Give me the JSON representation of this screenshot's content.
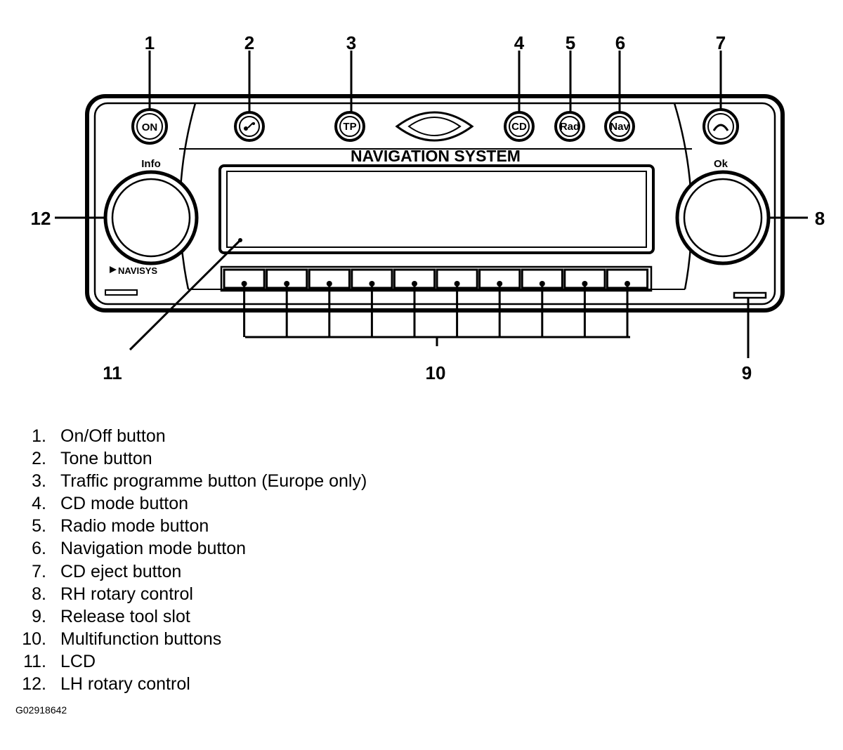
{
  "panel": {
    "title": "NAVIGATION SYSTEM",
    "brand": "NAVISYS",
    "knob_left_label": "Info",
    "knob_right_label": "Ok",
    "buttons": {
      "on": "ON",
      "tp": "TP",
      "cd": "CD",
      "rad": "Rad",
      "nav": "Nav"
    },
    "multifunction_button_count": 10
  },
  "callouts": [
    "1",
    "2",
    "3",
    "4",
    "5",
    "6",
    "7",
    "8",
    "9",
    "10",
    "11",
    "12"
  ],
  "legend": [
    {
      "num": "1.",
      "text": "On/Off button"
    },
    {
      "num": "2.",
      "text": "Tone button"
    },
    {
      "num": "3.",
      "text": "Traffic programme button (Europe only)"
    },
    {
      "num": "4.",
      "text": "CD mode button"
    },
    {
      "num": "5.",
      "text": "Radio mode button"
    },
    {
      "num": "6.",
      "text": "Navigation mode button"
    },
    {
      "num": "7.",
      "text": "CD eject button"
    },
    {
      "num": "8.",
      "text": "RH rotary control"
    },
    {
      "num": "9.",
      "text": "Release tool slot"
    },
    {
      "num": "10.",
      "text": "Multifunction buttons"
    },
    {
      "num": "11.",
      "text": "LCD"
    },
    {
      "num": "12.",
      "text": "LH rotary control"
    }
  ],
  "figure_id": "G02918642"
}
